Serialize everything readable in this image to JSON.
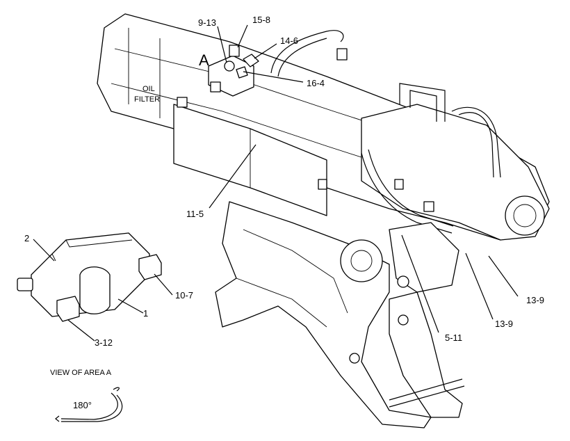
{
  "labels": {
    "l9_13": "9-13",
    "l15_8": "15-8",
    "l14_6": "14-6",
    "l16_4": "16-4",
    "area_a": "A",
    "oil_filter_1": "OIL",
    "oil_filter_2": "FILTER",
    "l11_5": "11-5",
    "l2": "2",
    "l10_7": "10-7",
    "l1": "1",
    "l3_12": "3-12",
    "l5_11": "5-11",
    "l13_9_a": "13-9",
    "l13_9_b": "13-9"
  },
  "view": {
    "caption": "VIEW OF AREA  A",
    "rotation": "180°"
  }
}
